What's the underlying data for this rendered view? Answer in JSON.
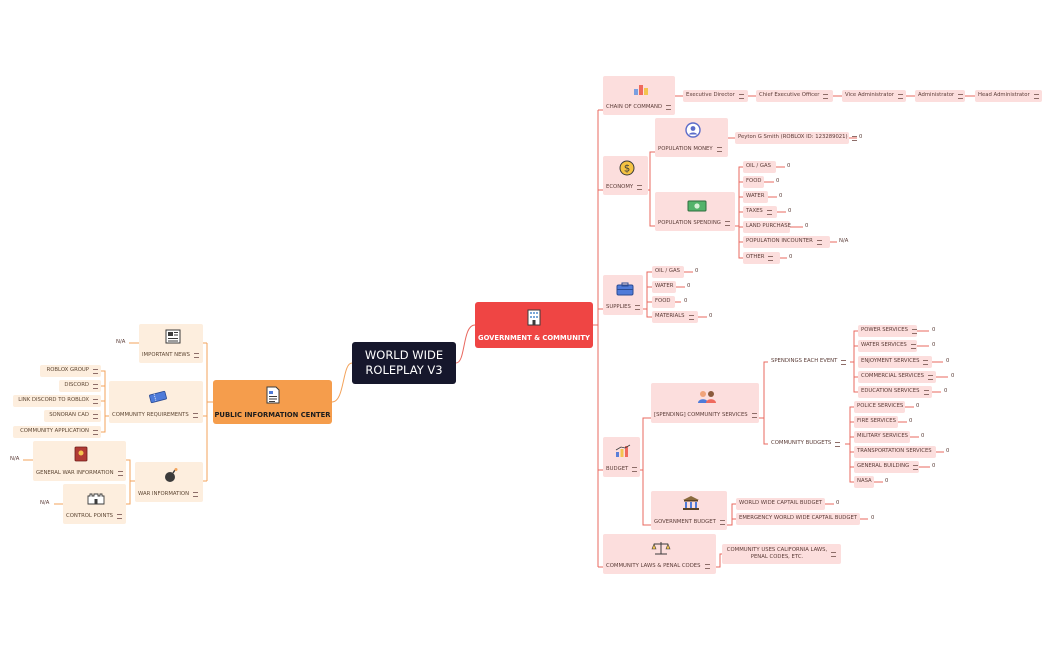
{
  "root": {
    "line1": "WORLD WIDE",
    "line2": "ROLEPLAY V3"
  },
  "gov": {
    "title": "GOVERNMENT & COMMUNITY",
    "chain": {
      "label": "CHAIN OF COMMAND",
      "items": [
        "Executive Director",
        "Chief Executive Officer",
        "Vice Administrator",
        "Administrator",
        "Head Administrator"
      ]
    },
    "economy": {
      "label": "ECONOMY",
      "population_money": {
        "label": "POPULATION MONEY",
        "entry": "Peyton G Smith (ROBLOX ID: 123289021)",
        "value": "0"
      },
      "population_spending": {
        "label": "POPULATION SPENDING",
        "items": [
          {
            "label": "OIL / GAS",
            "value": "0"
          },
          {
            "label": "FOOD",
            "value": "0"
          },
          {
            "label": "WATER",
            "value": "0"
          },
          {
            "label": "TAXES",
            "value": "0"
          },
          {
            "label": "LAND PURCHASE",
            "value": "0"
          },
          {
            "label": "POPULATION INCOUNTER",
            "value": "N/A"
          },
          {
            "label": "OTHER",
            "value": "0"
          }
        ]
      }
    },
    "supplies": {
      "label": "SUPPLIES",
      "items": [
        {
          "label": "OIL / GAS",
          "value": "0"
        },
        {
          "label": "WATER",
          "value": "0"
        },
        {
          "label": "FOOD",
          "value": "0"
        },
        {
          "label": "MATERIALS",
          "value": "0"
        }
      ]
    },
    "budget": {
      "label": "BUDGET",
      "community_services": {
        "label": "[SPENDING] COMMUNITY SERVICES",
        "spendings_each_event": {
          "label": "SPENDINGS EACH EVENT",
          "items": [
            {
              "label": "POWER SERVICES",
              "value": "0"
            },
            {
              "label": "WATER SERVICES",
              "value": "0"
            },
            {
              "label": "ENJOYMENT SERVICES",
              "value": "0"
            },
            {
              "label": "COMMERCIAL SERVICES",
              "value": "0"
            },
            {
              "label": "EDUCATION SERVICES",
              "value": "0"
            }
          ]
        },
        "community_budgets": {
          "label": "COMMUNITY BUDGETS",
          "items": [
            {
              "label": "POLICE SERVICES",
              "value": "0"
            },
            {
              "label": "FIRE SERVICES",
              "value": "0"
            },
            {
              "label": "MILITARY SERVICES",
              "value": "0"
            },
            {
              "label": "TRANSPORTATION SERVICES",
              "value": "0"
            },
            {
              "label": "GENERAL BUILDING",
              "value": "0"
            },
            {
              "label": "NASA",
              "value": "0"
            }
          ]
        }
      },
      "government_budget": {
        "label": "GOVERNMENT BUDGET",
        "items": [
          {
            "label": "WORLD WIDE CAPTAIL BUDGET",
            "value": "0"
          },
          {
            "label": "EMERGENCY WORLD WIDE CAPTAIL BUDGET",
            "value": "0"
          }
        ]
      }
    },
    "laws": {
      "label": "COMMUNITY LAWS & PENAL CODES",
      "text_line1": "COMMUNITY USES CALIFORNIA LAWS,",
      "text_line2": "PENAL CODES, ETC."
    }
  },
  "pic": {
    "title": "PUBLIC INFORMATION CENTER",
    "important_news": {
      "label": "IMPORTANT NEWS",
      "value": "N/A"
    },
    "requirements": {
      "label": "COMMUNITY REQUIREMENTS",
      "items": [
        "ROBLOX GROUP",
        "DISCORD",
        "LINK DISCORD TO ROBLOX",
        "SONORAN CAD",
        "COMMUNITY APPLICATION"
      ]
    },
    "war": {
      "label": "WAR INFORMATION",
      "general": {
        "label": "GENERAL WAR INFORMATION",
        "value": "N/A"
      },
      "control_points": {
        "label": "CONTROL POINTS",
        "value": "N/A"
      }
    }
  },
  "colors": {
    "root": "#16172c",
    "gov": "#ef4544",
    "pic": "#f59d4c",
    "gov_topic": "#fcdedd",
    "pic_topic": "#fdeede",
    "gov_line": "#e9685f",
    "pic_line": "#f3a35b"
  },
  "icons": {
    "gov": "office-building-icon",
    "chain": "org-chart-icon",
    "economy": "dollar-coin-icon",
    "population_money": "user-avatar-icon",
    "population_spending": "banknote-icon",
    "supplies": "briefcase-icon",
    "budget": "bar-chart-icon",
    "community_services": "people-icon",
    "government_budget": "bank-icon",
    "laws": "scales-icon",
    "pic": "document-icon",
    "important_news": "newspaper-icon",
    "requirements": "ticket-icon",
    "war": "bomb-icon",
    "general_war": "book-icon",
    "control_points": "fortress-icon"
  }
}
